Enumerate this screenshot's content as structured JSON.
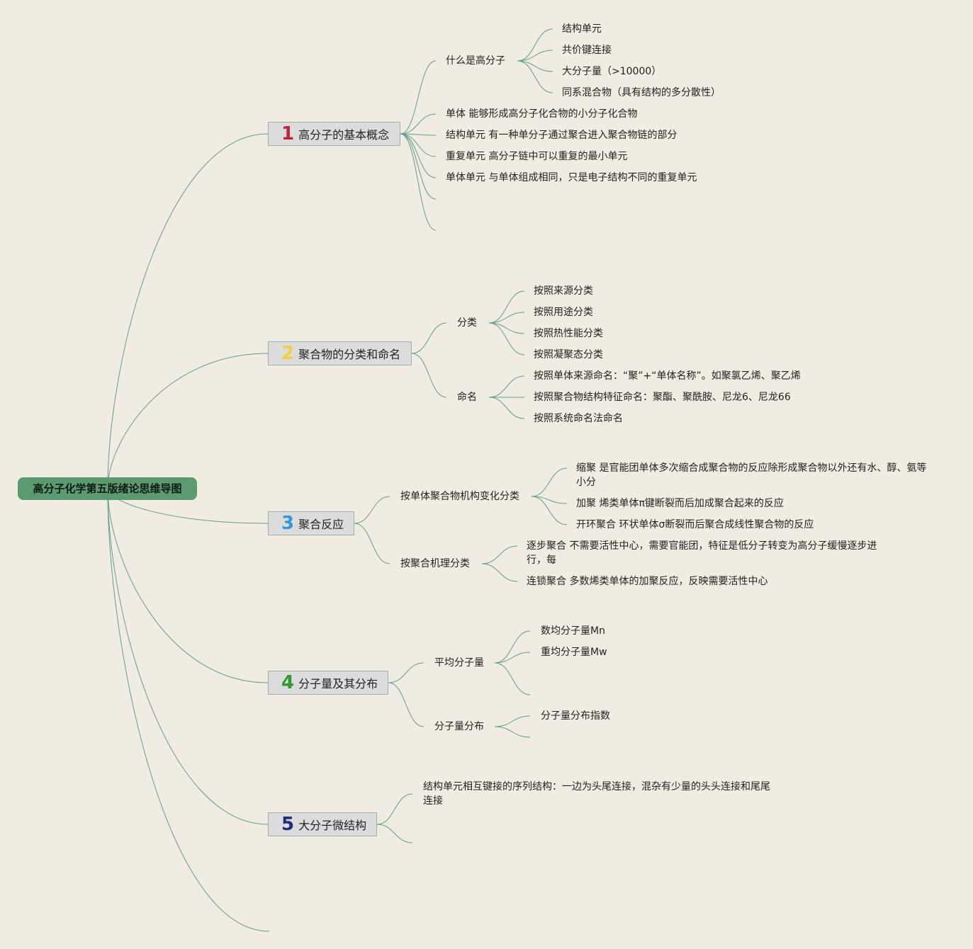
{
  "root": {
    "label": "高分子化学第五版绪论思维导图"
  },
  "branches": [
    {
      "num": "1",
      "label": "高分子的基本概念",
      "num_color": "#c4243a",
      "children": [
        {
          "label": "什么是高分子",
          "children": [
            "结构单元",
            "共价键连接",
            "大分子量（>10000）",
            "同系混合物（具有结构的多分散性）"
          ]
        },
        {
          "label": "单体 能够形成高分子化合物的小分子化合物"
        },
        {
          "label": "结构单元 有一种单分子通过聚合进入聚合物链的部分"
        },
        {
          "label": "重复单元 高分子链中可以重复的最小单元"
        },
        {
          "label": "单体单元 与单体组成相同，只是电子结构不同的重复单元"
        }
      ]
    },
    {
      "num": "2",
      "label": "聚合物的分类和命名",
      "num_color": "#f0cf3c",
      "children": [
        {
          "label": "分类",
          "children": [
            "按照来源分类",
            "按照用途分类",
            "按照热性能分类",
            "按照凝聚态分类"
          ]
        },
        {
          "label": "命名",
          "children": [
            "按照单体来源命名：“聚”+“单体名称”。如聚氯乙烯、聚乙烯",
            "按照聚合物结构特征命名：聚酯、聚酰胺、尼龙6、尼龙66",
            "按照系统命名法命名"
          ]
        }
      ]
    },
    {
      "num": "3",
      "label": "聚合反应",
      "num_color": "#2e9ad6",
      "children": [
        {
          "label": "按单体聚合物机构变化分类",
          "children": [
            "缩聚 是官能团单体多次缩合成聚合物的反应除形成聚合物以外还有水、醇、氨等小分",
            "加聚 烯类单体π键断裂而后加成聚合起来的反应",
            "开环聚合 环状单体σ断裂而后聚合成线性聚合物的反应"
          ]
        },
        {
          "label": "按聚合机理分类",
          "children": [
            "逐步聚合 不需要活性中心，需要官能团，特征是低分子转变为高分子缓慢逐步进行，每",
            "连锁聚合 多数烯类单体的加聚反应，反映需要活性中心"
          ]
        }
      ]
    },
    {
      "num": "4",
      "label": "分子量及其分布",
      "num_color": "#2c9a2c",
      "children": [
        {
          "label": "平均分子量",
          "children": [
            "数均分子量Mn",
            "重均分子量Mw"
          ]
        },
        {
          "label": "分子量分布",
          "children": [
            "分子量分布指数"
          ]
        }
      ]
    },
    {
      "num": "5",
      "label": "大分子微结构",
      "num_color": "#1f2d7a",
      "children": [
        {
          "label": "结构单元相互键接的序列结构：一边为头尾连接，混杂有少量的头头连接和尾尾连接"
        }
      ]
    }
  ],
  "colors": {
    "background": "#f0ece2",
    "root": "#5c9a70",
    "line": "#5f9e8c",
    "node": "#dcdcdc",
    "node_border": "#98b0b6"
  }
}
